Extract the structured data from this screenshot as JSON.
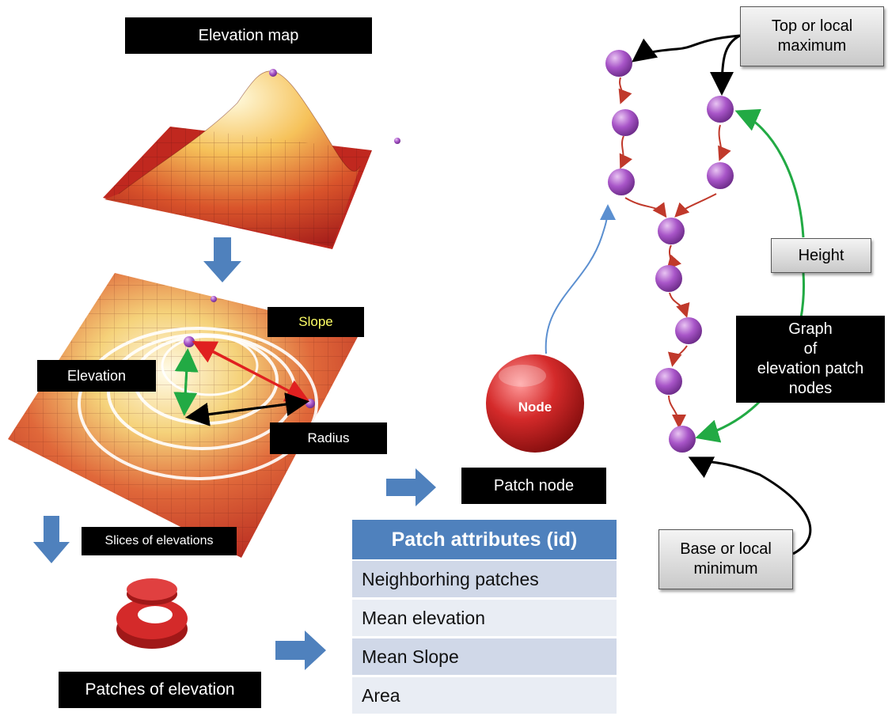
{
  "labels": {
    "elevation_map": "Elevation map",
    "slope": "Slope",
    "elevation": "Elevation",
    "radius": "Radius",
    "slices": "Slices of elevations",
    "patches": "Patches of elevation",
    "patch_node": "Patch node",
    "node": "Node",
    "top_local_max": "Top or local\nmaximum",
    "height": "Height",
    "graph": "Graph\nof\nelevation patch\nnodes",
    "base_local_min": "Base or local\nminimum"
  },
  "table": {
    "header": "Patch attributes (id)",
    "rows": [
      "Neighborhing patches",
      "Mean elevation",
      "Mean Slope",
      "Area"
    ]
  },
  "colors": {
    "label_bg": "#000000",
    "slope_text": "#ffff66",
    "table_header": "#4f81bd",
    "arrow_blue": "#4f81bd",
    "graph_node": "#a855c8",
    "graph_edge": "#c0392b",
    "green_arrow": "#22aa44",
    "node_red": "#cc1f1f"
  }
}
